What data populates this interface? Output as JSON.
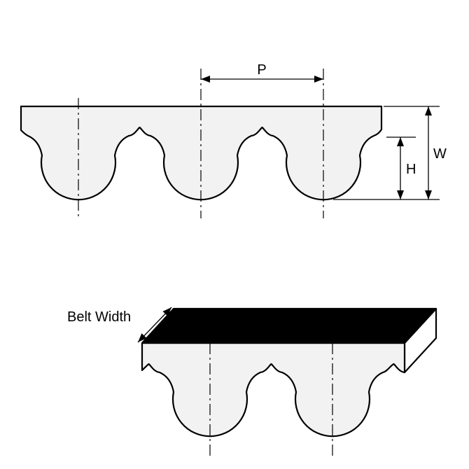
{
  "diagram": {
    "labels": {
      "pitch": "P",
      "belt_thickness": "W",
      "tooth_height": "H",
      "belt_width": "Belt Width"
    },
    "colors": {
      "line": "#000000",
      "belt_fill": "#f2f2f2",
      "top_surface_fill": "#000000",
      "end_face_fill": "#ffffff",
      "background": "#ffffff"
    }
  }
}
